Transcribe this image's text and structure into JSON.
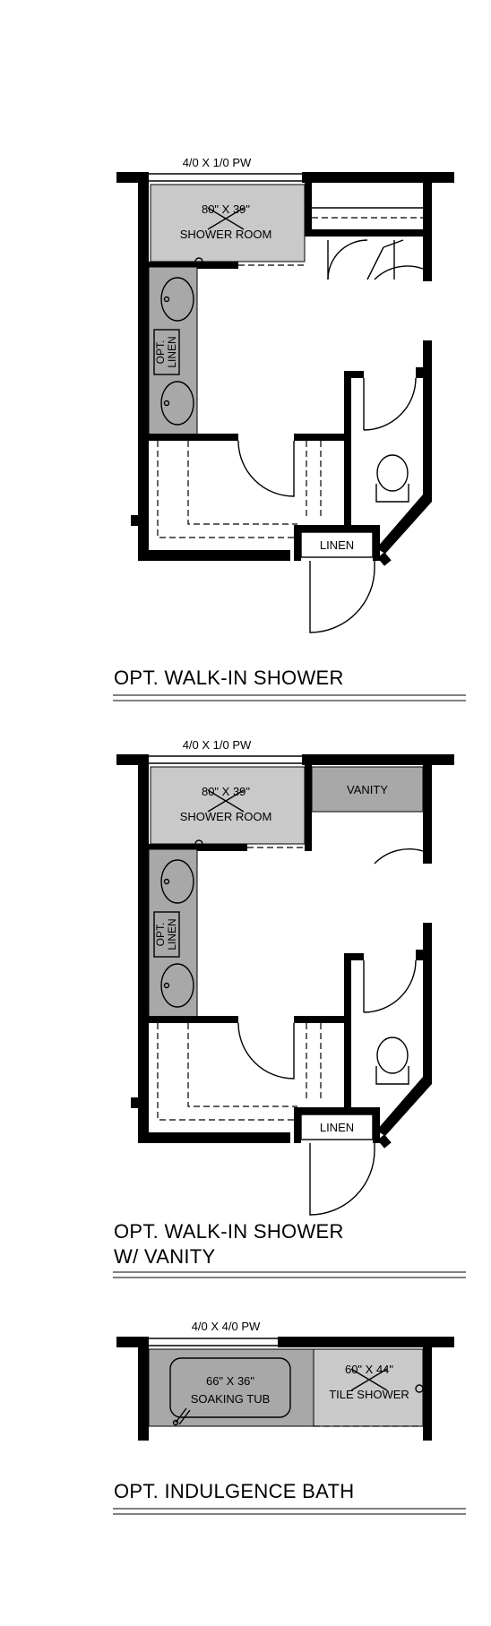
{
  "plans": [
    {
      "window_label": "4/0 X 1/0 PW",
      "shower_size": "80\" X 39\"",
      "shower_label": "SHOWER ROOM",
      "opt_linen_line1": "OPT.",
      "opt_linen_line2": "LINEN",
      "linen_label": "LINEN",
      "title_line1": "OPT. WALK-IN SHOWER",
      "title_line2": ""
    },
    {
      "window_label": "4/0 X 1/0 PW",
      "shower_size": "80\" X 39\"",
      "shower_label": "SHOWER ROOM",
      "vanity_label": "VANITY",
      "opt_linen_line1": "OPT.",
      "opt_linen_line2": "LINEN",
      "linen_label": "LINEN",
      "title_line1": "OPT. WALK-IN SHOWER",
      "title_line2": "W/ VANITY"
    },
    {
      "window_label": "4/0 X 4/0 PW",
      "tub_size": "66\" X 36\"",
      "tub_label": "SOAKING TUB",
      "shower_size": "60\" X 44\"",
      "shower_label": "TILE SHOWER",
      "title_line1": "OPT. INDULGENCE BATH",
      "title_line2": ""
    }
  ]
}
